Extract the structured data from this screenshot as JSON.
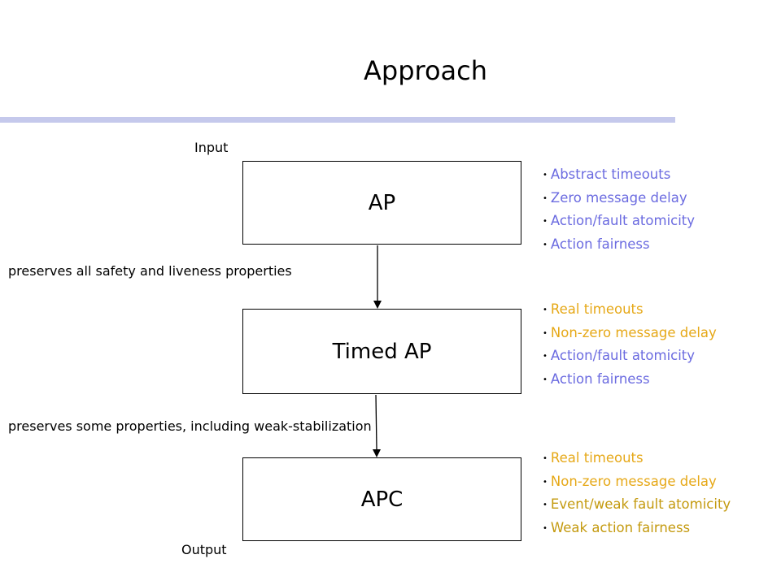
{
  "title": "Approach",
  "labels": {
    "input": "Input",
    "output": "Output"
  },
  "boxes": [
    {
      "label": "AP"
    },
    {
      "label": "Timed AP"
    },
    {
      "label": "APC"
    }
  ],
  "transitions": [
    {
      "text": "preserves all safety and liveness properties"
    },
    {
      "text": "preserves some properties, including weak-stabilization"
    }
  ],
  "colors": {
    "blue": "#6b6be0",
    "gold": "#e6a817",
    "olive": "#c49a0f",
    "title_rule": "#c5c9ec"
  },
  "bullet_groups": [
    {
      "items": [
        {
          "text": "Abstract timeouts",
          "tone": "blue"
        },
        {
          "text": "Zero message delay",
          "tone": "blue"
        },
        {
          "text": "Action/fault atomicity",
          "tone": "blue"
        },
        {
          "text": "Action fairness",
          "tone": "blue"
        }
      ]
    },
    {
      "items": [
        {
          "text": "Real timeouts",
          "tone": "gold"
        },
        {
          "text": "Non-zero message delay",
          "tone": "gold"
        },
        {
          "text": "Action/fault atomicity",
          "tone": "blue"
        },
        {
          "text": "Action fairness",
          "tone": "blue"
        }
      ]
    },
    {
      "items": [
        {
          "text": "Real timeouts",
          "tone": "gold"
        },
        {
          "text": "Non-zero message delay",
          "tone": "gold"
        },
        {
          "text": "Event/weak fault atomicity",
          "tone": "olive"
        },
        {
          "text": "Weak action fairness",
          "tone": "olive"
        }
      ]
    }
  ]
}
